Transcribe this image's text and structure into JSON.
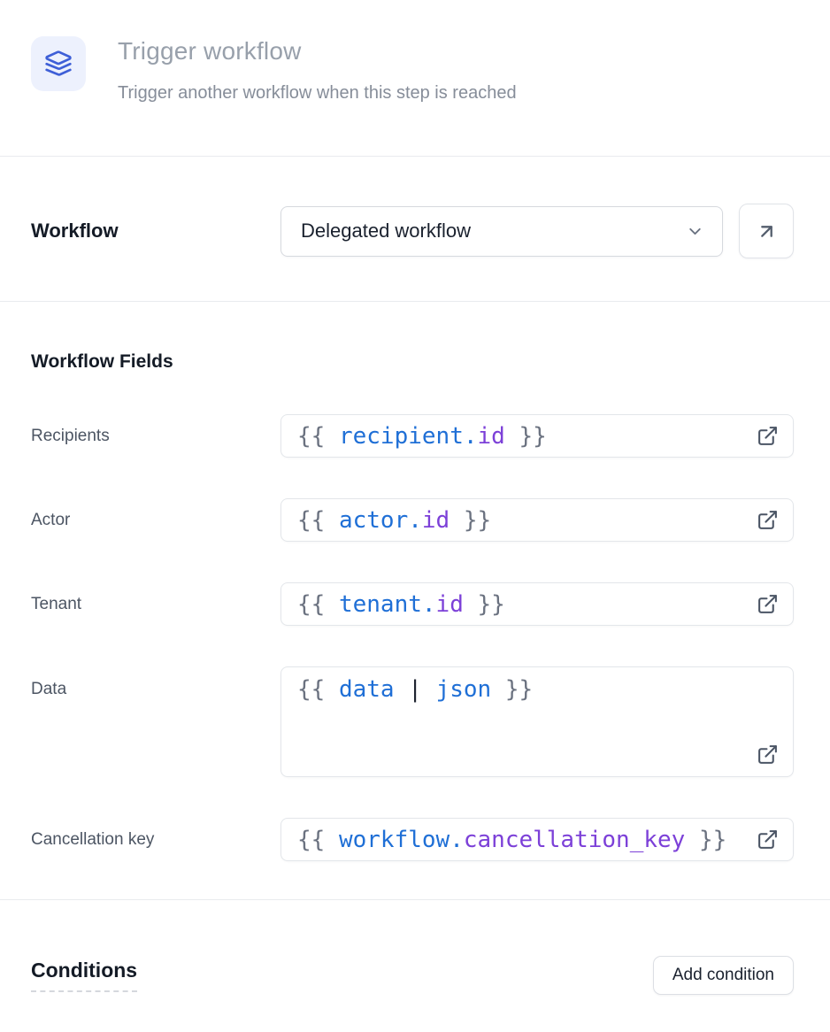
{
  "header": {
    "title": "Trigger workflow",
    "subtitle": "Trigger another workflow when this step is reached",
    "icon": "layers-icon"
  },
  "workflow": {
    "label": "Workflow",
    "selected": "Delegated workflow",
    "open_icon": "arrow-up-right-icon"
  },
  "fields_section": {
    "heading": "Workflow Fields",
    "fields": [
      {
        "label": "Recipients",
        "value": "{{ recipient.id }}",
        "multiline": false,
        "tokens": [
          {
            "text": "{{ ",
            "type": "brace"
          },
          {
            "text": "recipient.",
            "type": "variable"
          },
          {
            "text": "id",
            "type": "property"
          },
          {
            "text": " }}",
            "type": "brace"
          }
        ]
      },
      {
        "label": "Actor",
        "value": "{{ actor.id }}",
        "multiline": false,
        "tokens": [
          {
            "text": "{{ ",
            "type": "brace"
          },
          {
            "text": "actor.",
            "type": "variable"
          },
          {
            "text": "id",
            "type": "property"
          },
          {
            "text": " }}",
            "type": "brace"
          }
        ]
      },
      {
        "label": "Tenant",
        "value": "{{ tenant.id }}",
        "multiline": false,
        "tokens": [
          {
            "text": "{{ ",
            "type": "brace"
          },
          {
            "text": "tenant.",
            "type": "variable"
          },
          {
            "text": "id",
            "type": "property"
          },
          {
            "text": " }}",
            "type": "brace"
          }
        ]
      },
      {
        "label": "Data",
        "value": "{{ data | json }}",
        "multiline": true,
        "tokens": [
          {
            "text": "{{ ",
            "type": "brace"
          },
          {
            "text": "data",
            "type": "variable"
          },
          {
            "text": " | ",
            "type": "operator"
          },
          {
            "text": "json",
            "type": "variable"
          },
          {
            "text": " }}",
            "type": "brace"
          }
        ]
      },
      {
        "label": "Cancellation key",
        "value": "{{ workflow.cancellation_key }}",
        "multiline": false,
        "tokens": [
          {
            "text": "{{ ",
            "type": "brace"
          },
          {
            "text": "workflow.",
            "type": "variable"
          },
          {
            "text": "cancellation_key",
            "type": "property"
          },
          {
            "text": " }}",
            "type": "brace"
          }
        ]
      }
    ]
  },
  "conditions": {
    "heading": "Conditions",
    "add_button": "Add condition"
  },
  "colors": {
    "accent_blue": "#3e5fd7",
    "icon_bg": "#edf1fd",
    "code_variable": "#1f6fd6",
    "code_property": "#7c40d8",
    "code_brace": "#6b7280",
    "code_operator": "#1f2430"
  }
}
